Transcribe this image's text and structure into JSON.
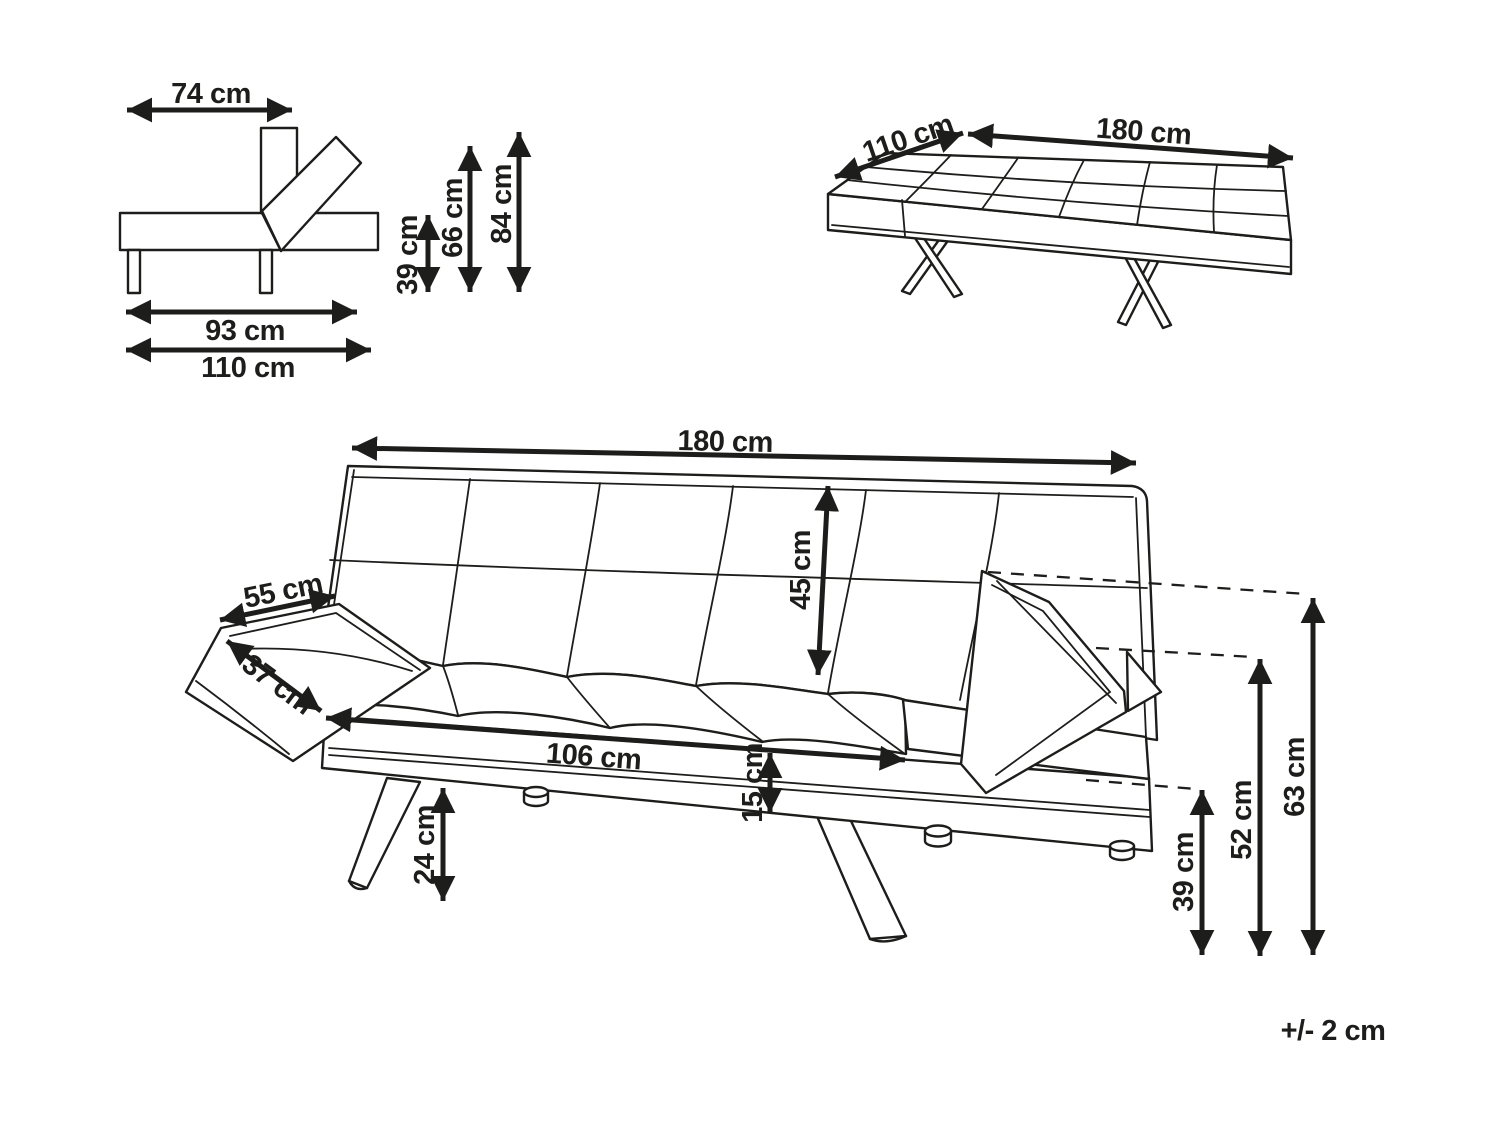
{
  "tolerance_note": "+/- 2 cm",
  "colors": {
    "line": "#1d1d1b",
    "background": "#ffffff"
  },
  "side_view": {
    "dims": {
      "backrest_depth": "74 cm",
      "seat_height": "39 cm",
      "backrest_height": "66 cm",
      "total_height": "84 cm",
      "seat_depth": "93 cm",
      "total_depth": "110 cm"
    }
  },
  "bed_view": {
    "dims": {
      "bed_depth": "110 cm",
      "bed_width": "180 cm"
    }
  },
  "sofa_view": {
    "dims": {
      "total_width": "180 cm",
      "backrest_height": "45 cm",
      "armrest_length": "55 cm",
      "armrest_width": "37 cm",
      "seat_width": "106 cm",
      "seat_thickness": "15 cm",
      "ground_clearance": "24 cm",
      "seat_height": "39 cm",
      "armrest_mid_height": "52 cm",
      "armrest_top_height": "63 cm"
    }
  }
}
